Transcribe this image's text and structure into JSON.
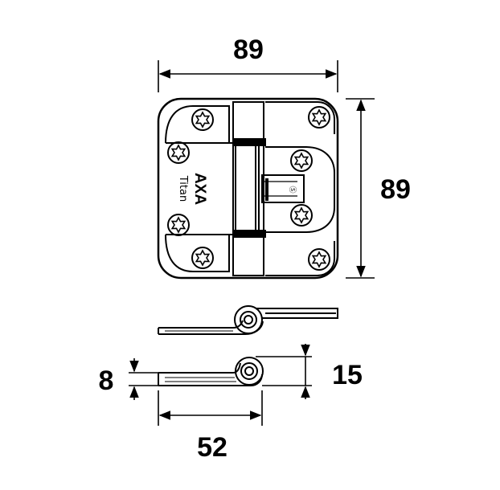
{
  "brand": {
    "logo_text": "AXA",
    "model_text": "Titan"
  },
  "cert_mark": "Ⓢ",
  "dimensions": {
    "top_width": "89",
    "right_height": "89",
    "thickness_left": "8",
    "thickness_right": "15",
    "leaf_width": "52"
  },
  "colors": {
    "line": "#000000",
    "background": "#ffffff"
  }
}
